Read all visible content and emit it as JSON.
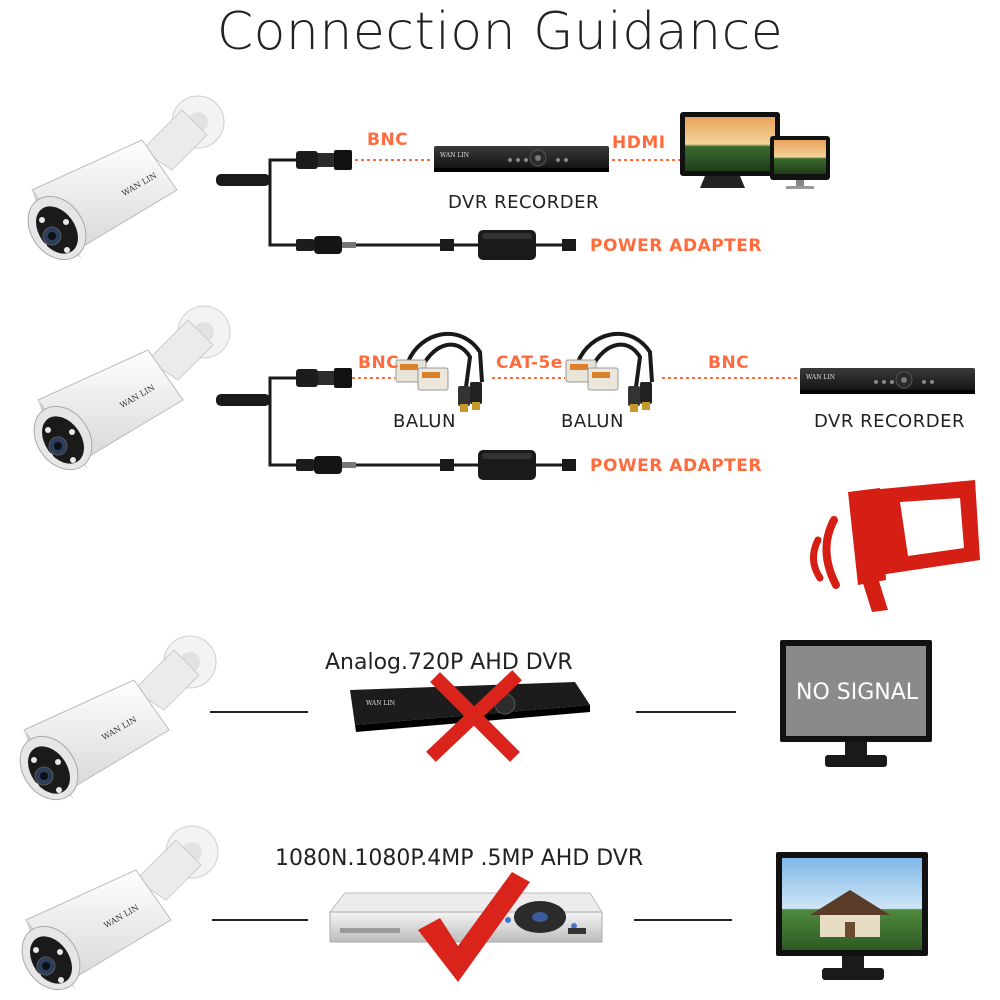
{
  "title": "Connection Guidance",
  "diagram1": {
    "bnc_label": "BNC",
    "hdmi_label": "HDMI",
    "dvr_label": "DVR RECORDER",
    "power_label": "POWER ADAPTER",
    "camera_brand": "WAN LIN",
    "dvr_brand": "WAN LIN"
  },
  "diagram2": {
    "bnc_label_left": "BNC",
    "cat5e_label": "CAT-5e",
    "bnc_label_right": "BNC",
    "balun_left": "BALUN",
    "balun_right": "BALUN",
    "dvr_label": "DVR RECORDER",
    "power_label": "POWER ADAPTER",
    "camera_brand": "WAN LIN",
    "dvr_brand": "WAN LIN"
  },
  "compat_wrong": {
    "label": "Analog.720P AHD DVR",
    "monitor_text": "NO SIGNAL",
    "camera_brand": "WAN LIN",
    "dvr_brand": "WAN LIN"
  },
  "compat_right": {
    "label": "1080N.1080P.4MP .5MP AHD DVR",
    "camera_brand": "WAN LIN"
  },
  "colors": {
    "accent_orange": "#ff6b3d",
    "cross_red": "#d9231b",
    "megaphone_red": "#d61f14"
  }
}
